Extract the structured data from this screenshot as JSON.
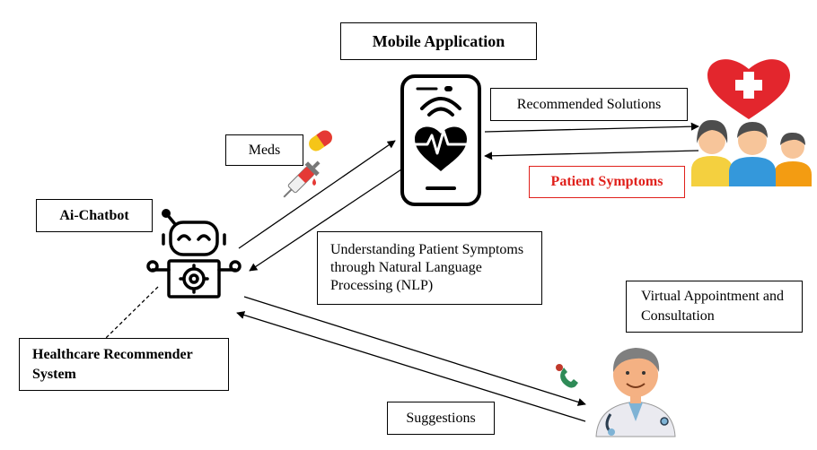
{
  "labels": {
    "mobile_application": "Mobile Application",
    "recommended_solutions": "Recommended Solutions",
    "patient_symptoms": "Patient Symptoms",
    "meds": "Meds",
    "ai_chatbot": "Ai-Chatbot",
    "nlp": "Understanding Patient Symptoms through Natural Language Processing (NLP)",
    "healthcare_recommender": "Healthcare Recommender System",
    "virtual_appointment": "Virtual Appointment and Consultation",
    "suggestions": "Suggestions"
  },
  "colors": {
    "heart_red": "#e3262d",
    "patient_symptoms_red": "#e0201b",
    "pill_red": "#e53935",
    "pill_yellow": "#f5c518"
  },
  "icons": [
    "smartphone-heart-icon",
    "robot-chatbot-icon",
    "patients-heart-icon",
    "doctor-icon",
    "pill-icon",
    "syringe-icon",
    "phone-icon"
  ]
}
